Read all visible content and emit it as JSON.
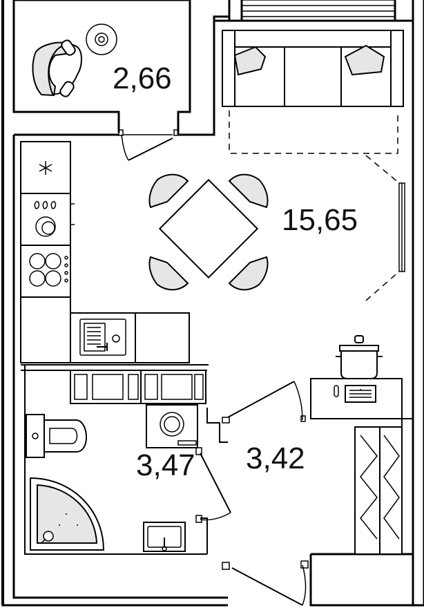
{
  "rooms": [
    {
      "id": "balcony",
      "area": "2,66"
    },
    {
      "id": "living_room",
      "area": "15,65"
    },
    {
      "id": "bathroom",
      "area": "3,47"
    },
    {
      "id": "hallway",
      "area": "3,42"
    }
  ],
  "icons": [
    "armchair-icon",
    "side-table-icon",
    "sofa-icon",
    "dining-table-icon",
    "fridge-icon",
    "oven-icon",
    "cooktop-icon",
    "kitchen-sink-icon",
    "pot-icon",
    "laptop-icon",
    "toilet-icon",
    "shower-icon",
    "washbasin-icon",
    "washing-machine-icon",
    "wardrobe-icon"
  ],
  "colors": {
    "wall": "#000000",
    "furniture_fill": "#e6e6e6",
    "background": "#ffffff"
  }
}
